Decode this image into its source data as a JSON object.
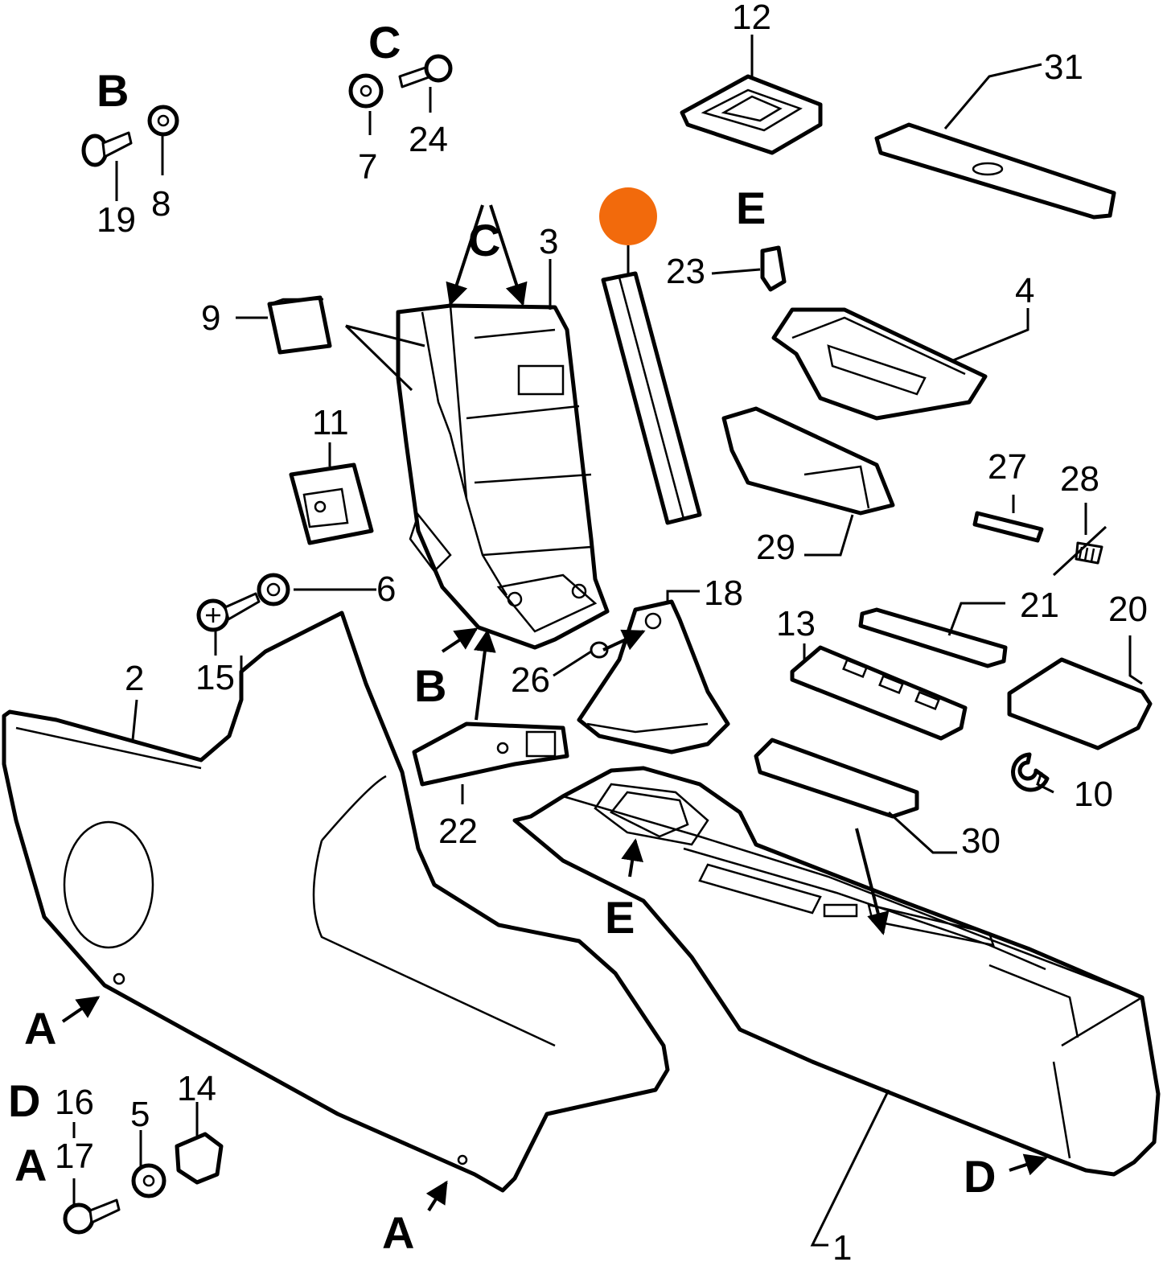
{
  "diagram": {
    "highlight_color": "#f26a0c",
    "part_numbers": [
      "1",
      "2",
      "3",
      "4",
      "5",
      "6",
      "7",
      "8",
      "9",
      "10",
      "11",
      "12",
      "13",
      "14",
      "15",
      "16",
      "17",
      "18",
      "19",
      "20",
      "21",
      "22",
      "23",
      "24",
      "26",
      "27",
      "28",
      "29",
      "30",
      "31"
    ],
    "letters": [
      "A",
      "B",
      "C",
      "D",
      "E"
    ]
  }
}
